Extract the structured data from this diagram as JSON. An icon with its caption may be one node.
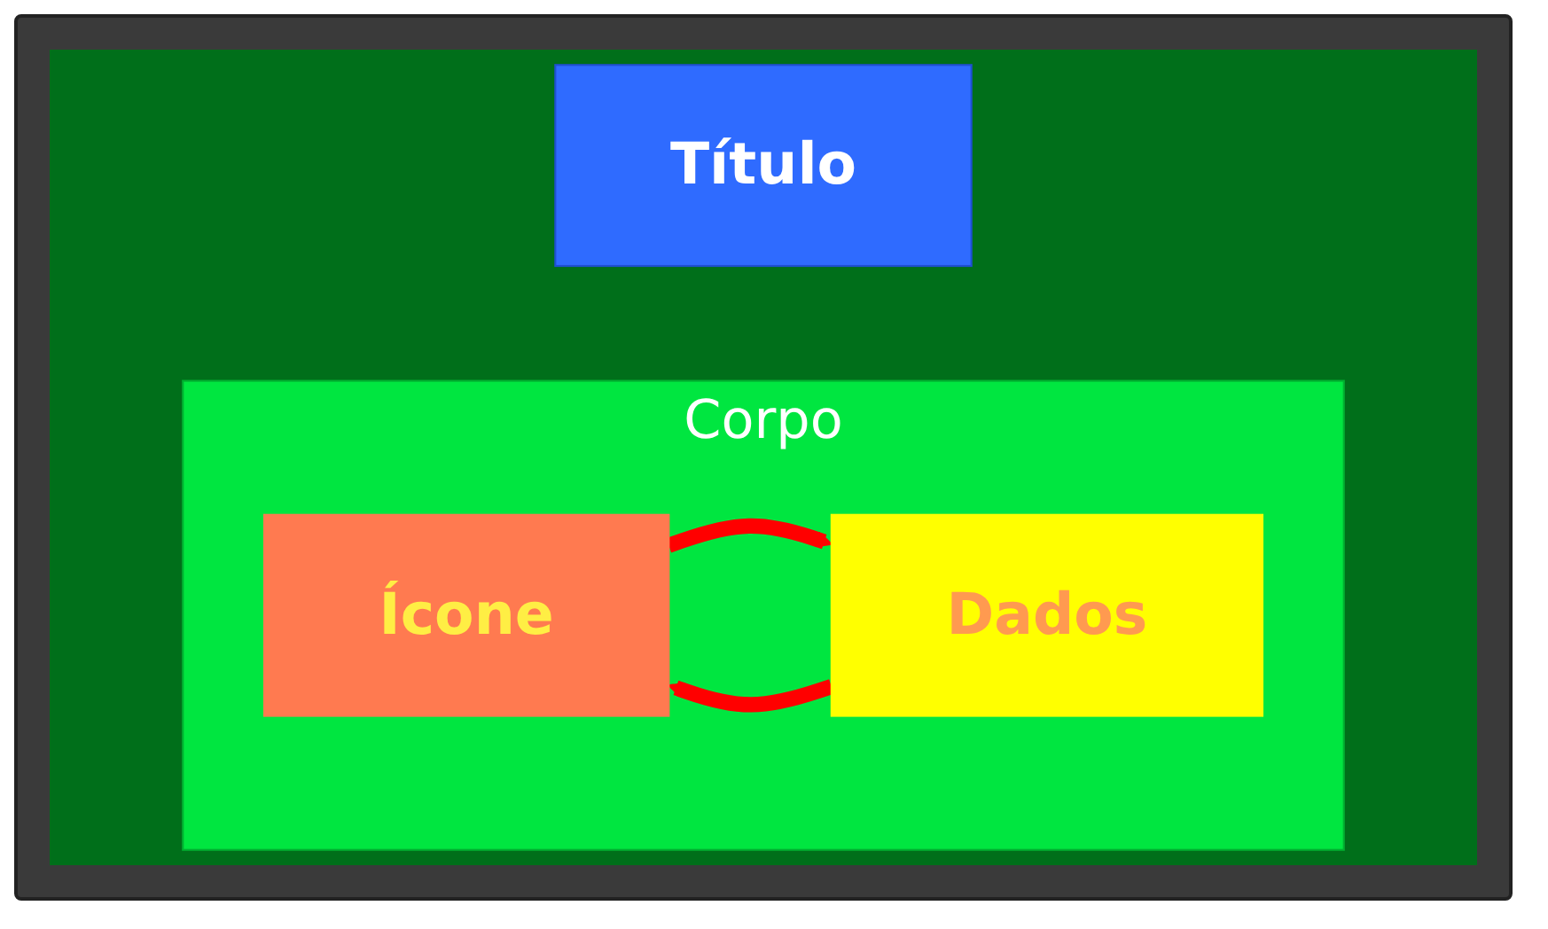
{
  "diagram": {
    "nodes": [
      {
        "text": [
          "Título"
        ]
      },
      {
        "text": [
          "Corpo"
        ]
      },
      {
        "text": [
          "Ícone"
        ],
        "in": 1
      },
      {
        "text": [
          "Dados"
        ],
        "in": 1
      }
    ],
    "edges": [
      {
        "from": 2,
        "to": 3,
        "arrow": "to"
      },
      {
        "from": 3,
        "to": 2,
        "arrow": "to"
      }
    ]
  }
}
